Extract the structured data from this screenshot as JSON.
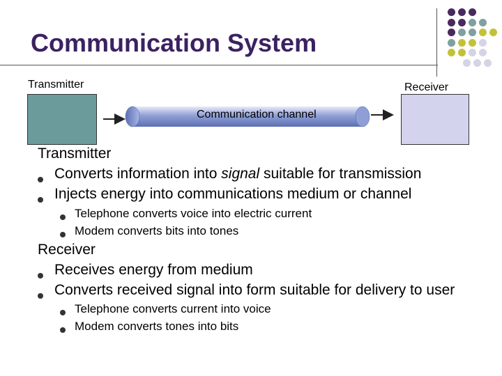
{
  "slide": {
    "title": "Communication System"
  },
  "diagram": {
    "transmitter_label": "Transmitter",
    "receiver_label": "Receiver",
    "channel_label": "Communication channel",
    "colors": {
      "transmitter_box": "#6b9b9b",
      "receiver_box": "#d3d3ee",
      "channel": "#7c8cc4",
      "title": "#3b2162"
    }
  },
  "content": {
    "transmitter": {
      "heading": "Transmitter",
      "bullets": [
        {
          "pre": "Converts information into ",
          "em": "signal",
          "post": " suitable for transmission"
        },
        {
          "text": "Injects energy into communications medium or channel"
        }
      ],
      "sub_bullets": [
        "Telephone converts voice into electric current",
        "Modem converts bits into tones"
      ]
    },
    "receiver": {
      "heading": "Receiver",
      "bullets": [
        "Receives energy from medium",
        "Converts received signal into form suitable for delivery to user"
      ],
      "sub_bullets": [
        "Telephone converts current into voice",
        "Modem converts tones into bits"
      ]
    }
  },
  "decoration": {
    "dot_colors": {
      "purple": "#4a2a5e",
      "teal": "#7fa0a0",
      "olive": "#c2c23a",
      "lavender": "#d4d4e6"
    }
  }
}
